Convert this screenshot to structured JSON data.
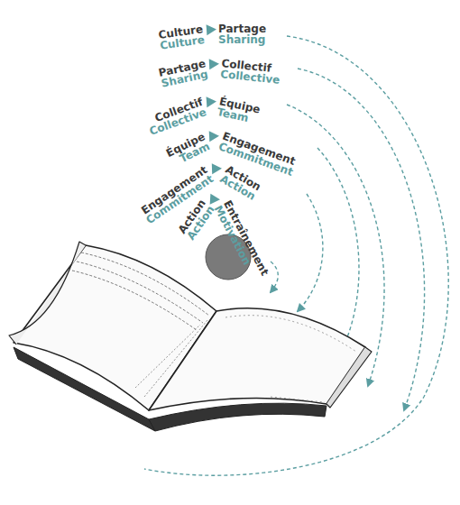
{
  "diagram": {
    "labels": [
      "Culture",
      "Culture",
      "Partage",
      "Sharing",
      "Partage",
      "Sharing",
      "Collectif",
      "Collective",
      "Collectif",
      "Collective",
      "Équipe",
      "Team",
      "Équipe",
      "Team",
      "Engagement",
      "Commitment",
      "Engagement",
      "Commitment",
      "Action",
      "Action",
      "Action",
      "Action",
      "Entraînement",
      "Motivation"
    ]
  }
}
